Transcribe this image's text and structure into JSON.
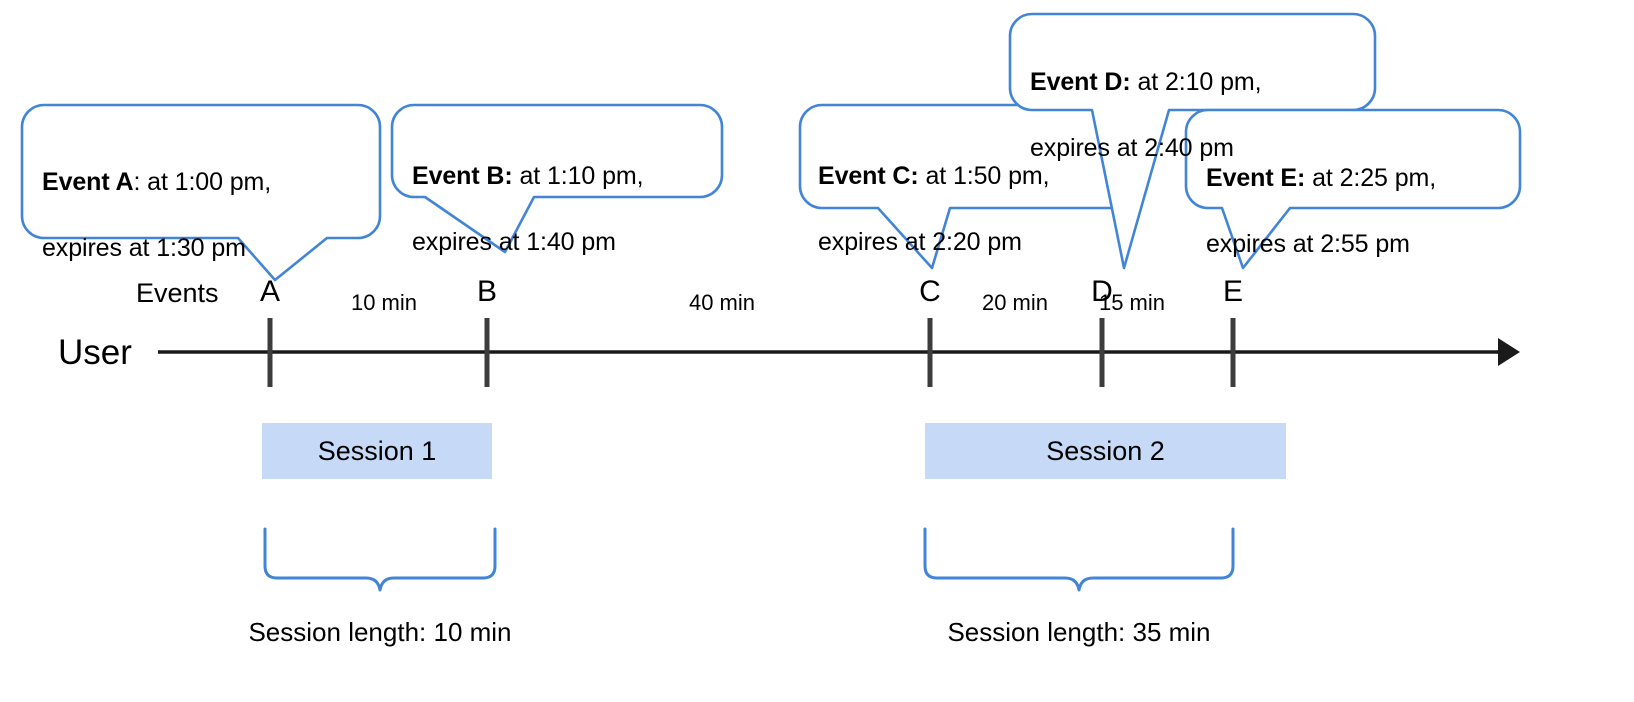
{
  "diagram": {
    "title_area": {
      "series_label": "User",
      "events_label": "Events"
    },
    "callouts": [
      {
        "id": "event-a",
        "bold": "Event A",
        "sep": ": ",
        "rest": "at 1:00 pm,",
        "line2": "expires at 1:30 pm",
        "event": "A",
        "start_time": "1:00 pm",
        "expires_time": "1:30 pm"
      },
      {
        "id": "event-b",
        "bold": "Event B:",
        "sep": " ",
        "rest": "at 1:10 pm,",
        "line2": "expires at 1:40 pm",
        "event": "B",
        "start_time": "1:10 pm",
        "expires_time": "1:40 pm"
      },
      {
        "id": "event-c",
        "bold": "Event C:",
        "sep": " ",
        "rest": "at 1:50 pm,",
        "line2": "expires at 2:20 pm",
        "event": "C",
        "start_time": "1:50 pm",
        "expires_time": "2:20 pm"
      },
      {
        "id": "event-d",
        "bold": "Event D:",
        "sep": " ",
        "rest": "at 2:10 pm,",
        "line2": "expires at 2:40 pm",
        "event": "D",
        "start_time": "2:10 pm",
        "expires_time": "2:40 pm"
      },
      {
        "id": "event-e",
        "bold": "Event E:",
        "sep": " ",
        "rest": "at 2:25 pm,",
        "line2": "expires at 2:55 pm",
        "event": "E",
        "start_time": "2:25 pm",
        "expires_time": "2:55 pm"
      }
    ],
    "markers": [
      {
        "label": "A"
      },
      {
        "label": "B"
      },
      {
        "label": "C"
      },
      {
        "label": "D"
      },
      {
        "label": "E"
      }
    ],
    "gaps": [
      {
        "label": "10 min",
        "between": "A-B"
      },
      {
        "label": "40 min",
        "between": "B-C"
      },
      {
        "label": "20 min",
        "between": "C-D"
      },
      {
        "label": "15 min",
        "between": "D-E"
      }
    ],
    "sessions": [
      {
        "name": "Session 1",
        "length_label": "Session length: 10 min"
      },
      {
        "name": "Session 2",
        "length_label": "Session length: 35 min"
      }
    ],
    "colors": {
      "callout_stroke": "#4285d6",
      "session_fill": "#c6d9f7",
      "brace_stroke": "#4285d6",
      "axis": "#1a1a1a",
      "tick": "#3c3c3c",
      "text": "#000000"
    }
  }
}
